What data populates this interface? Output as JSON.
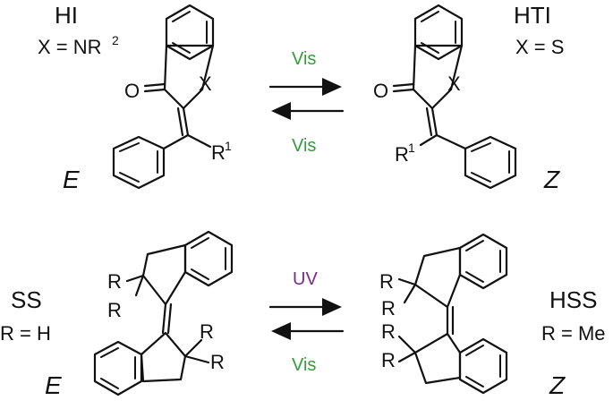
{
  "top": {
    "left": {
      "name": "HI",
      "substituent": "X = NR",
      "substituent_sup": "2",
      "stereo": "E"
    },
    "right": {
      "name": "HTI",
      "substituent": "X = S",
      "stereo": "Z"
    },
    "atoms": {
      "oxygen": "O",
      "x": "X",
      "r": "R",
      "r_sup": "1"
    },
    "forward_label": "Vis",
    "reverse_label": "Vis"
  },
  "bottom": {
    "left": {
      "name": "SS",
      "substituent": "R = H",
      "stereo": "E"
    },
    "right": {
      "name": "HSS",
      "substituent": "R = Me",
      "stereo": "Z"
    },
    "atoms": {
      "r": "R"
    },
    "forward_label": "UV",
    "reverse_label": "Vis"
  },
  "colors": {
    "vis_label": "#2e9e3a",
    "uv_label": "#7a2a8c",
    "ss_fill": "#eeeeee",
    "hss_fill": "#fbf3b4",
    "rainbow": [
      "#f26b8a",
      "#f6a25a",
      "#f2e56b",
      "#8fd67a",
      "#6cc8e8",
      "#9a8fe0"
    ]
  }
}
